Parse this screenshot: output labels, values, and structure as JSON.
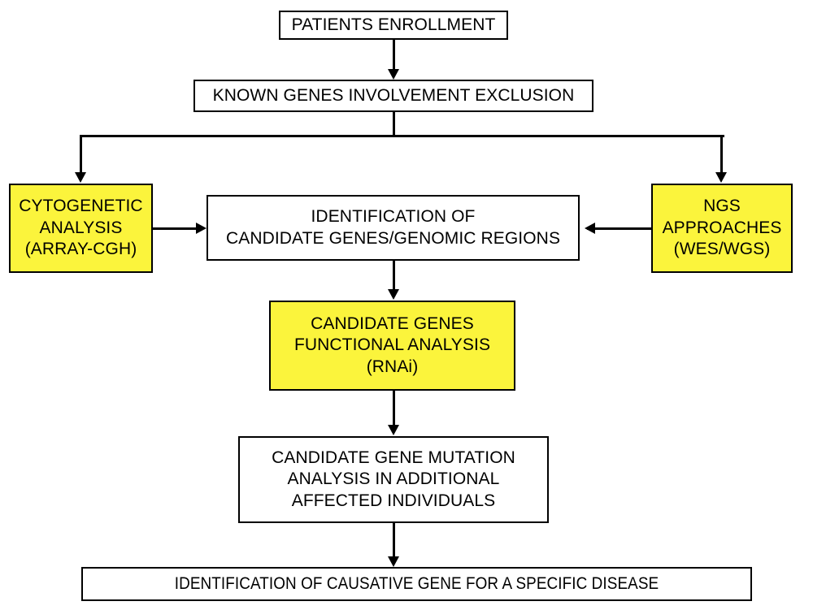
{
  "diagram": {
    "title": "Gene discovery workflow flowchart",
    "background_color": "#FFFFFF",
    "highlight_color": "#FBF43C",
    "line_color": "#000000",
    "nodes": {
      "enrollment": {
        "label": "PATIENTS ENROLLMENT"
      },
      "exclusion": {
        "label": "KNOWN GENES INVOLVEMENT EXCLUSION"
      },
      "cytogenetic": {
        "label": "CYTOGENETIC\nANALYSIS\n(ARRAY-CGH)"
      },
      "ngs": {
        "label": "NGS\nAPPROACHES\n(WES/WGS)"
      },
      "identify": {
        "label": "IDENTIFICATION OF\nCANDIDATE GENES/GENOMIC REGIONS"
      },
      "rnai": {
        "label": "CANDIDATE GENES\nFUNCTIONAL ANALYSIS\n(RNAi)"
      },
      "mutation": {
        "label": "CANDIDATE GENE MUTATION\nANALYSIS IN ADDITIONAL\nAFFECTED INDIVIDUALS"
      },
      "causative": {
        "label": "IDENTIFICATION OF CAUSATIVE GENE FOR A SPECIFIC DISEASE"
      }
    }
  }
}
